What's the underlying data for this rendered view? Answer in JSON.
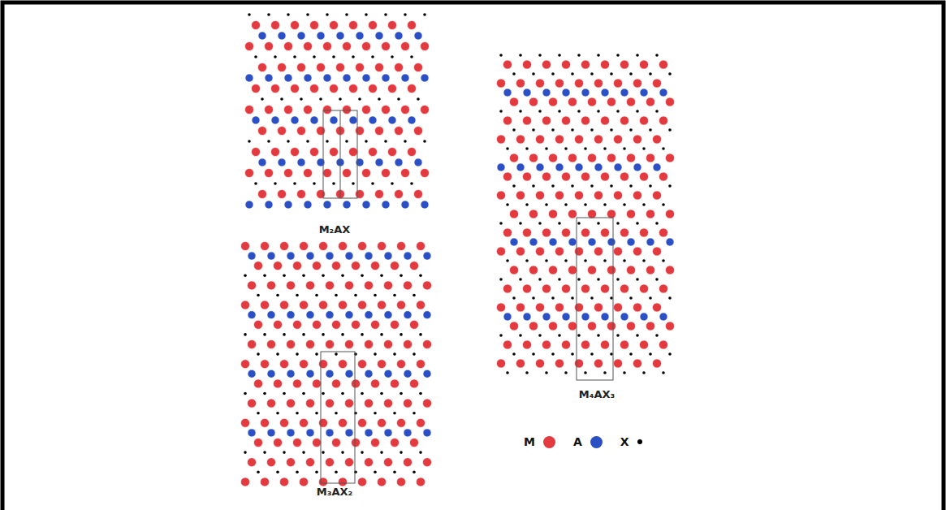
{
  "diagram": {
    "labels": [
      "M₂AX",
      "M₃AX₂",
      "M₄AX₃"
    ],
    "legend": [
      {
        "text": "M",
        "color": "#e23a3f"
      },
      {
        "text": "A",
        "color": "#2b4fc4"
      },
      {
        "text": "X",
        "color": "#000000"
      }
    ]
  }
}
